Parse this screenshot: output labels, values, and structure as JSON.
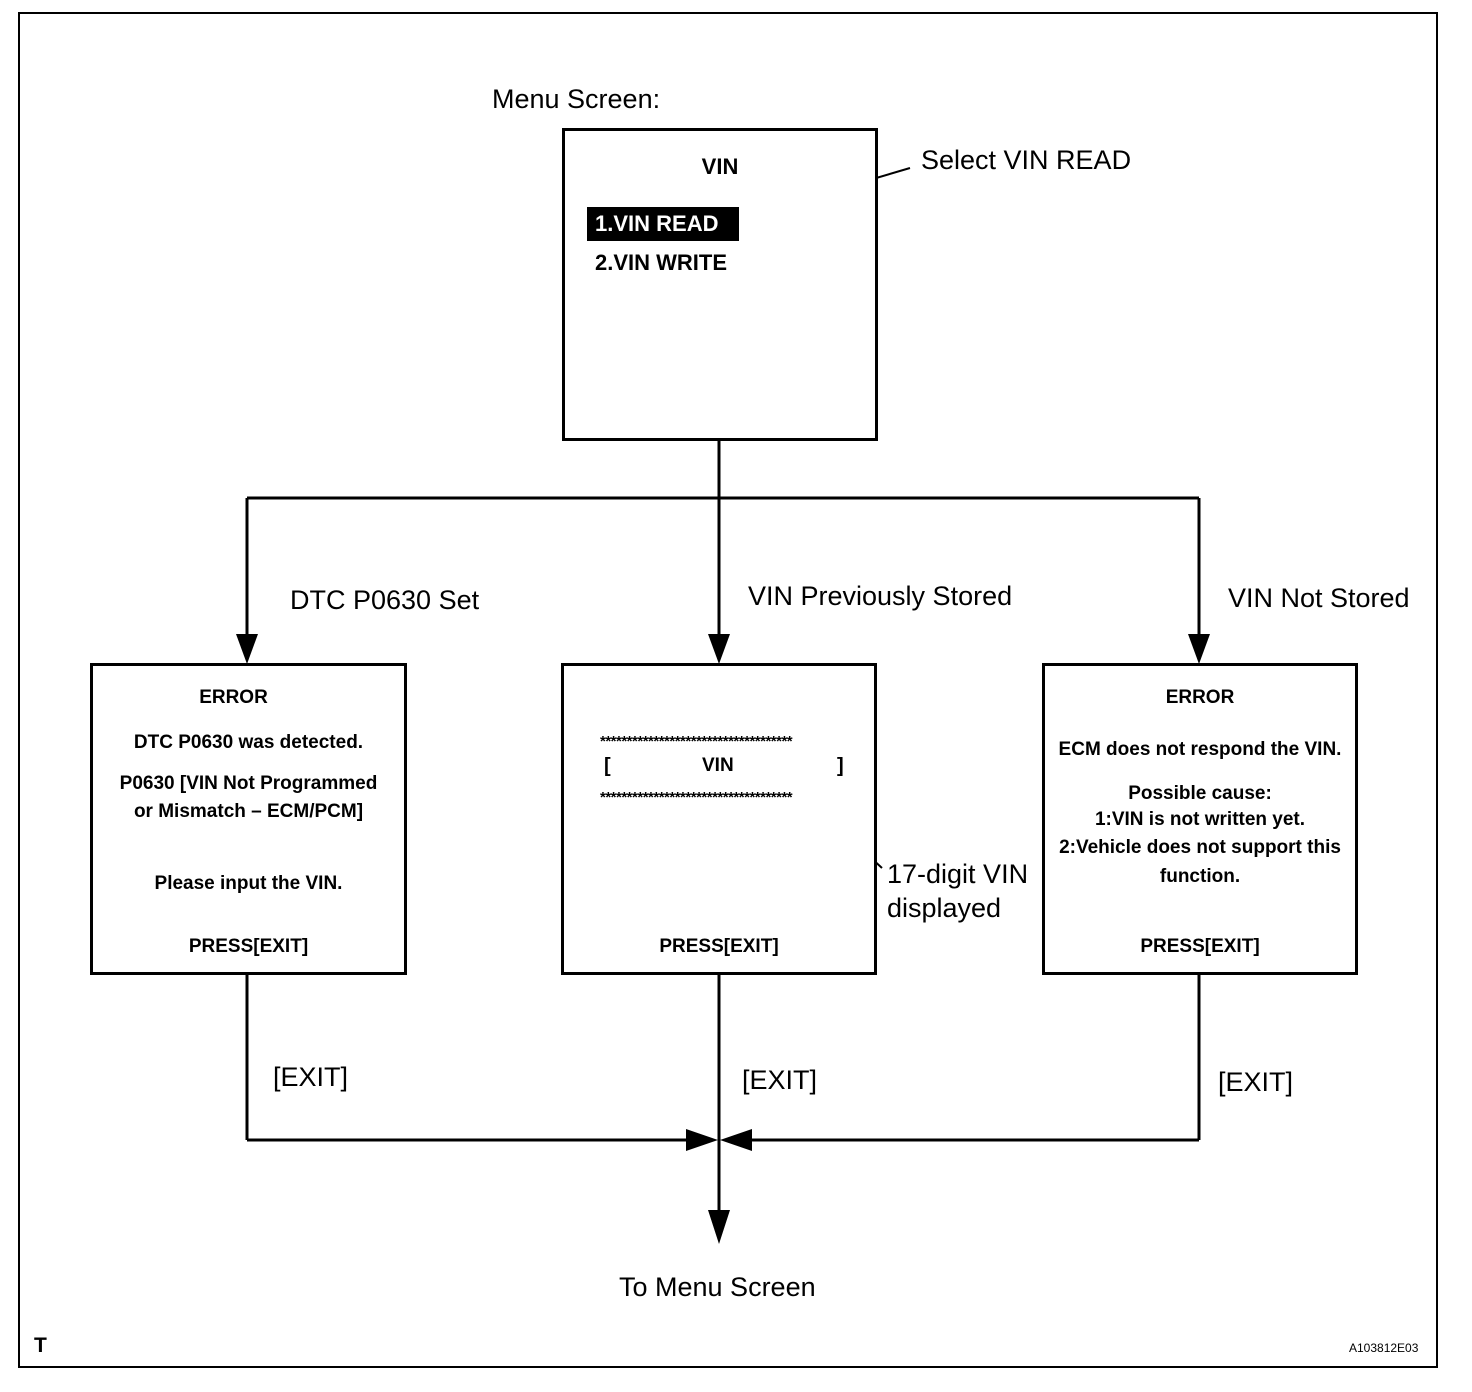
{
  "menu_screen_label": "Menu Screen:",
  "menu": {
    "title": "VIN",
    "item1": "1.VIN READ",
    "item2": "2.VIN WRITE",
    "callout": "Select VIN READ"
  },
  "branches": {
    "left": "DTC P0630 Set",
    "center": "VIN Previously Stored",
    "right": "VIN Not Stored"
  },
  "box_left": {
    "title": "ERROR",
    "line1": "DTC P0630 was detected.",
    "line2": "P0630  [VIN Not Programmed",
    "line3": "or Mismatch – ECM/PCM]",
    "line4": "Please input the VIN.",
    "press": "PRESS[EXIT]"
  },
  "box_center": {
    "stars": "************************************",
    "bracket_open": "[",
    "vin": "VIN",
    "bracket_close": "]",
    "press": "PRESS[EXIT]",
    "callout1": "17-digit VIN",
    "callout2": "displayed"
  },
  "box_right": {
    "title": "ERROR",
    "line1": "ECM does not respond the VIN.",
    "line2": "Possible cause:",
    "line3": "1:VIN is not written yet.",
    "line4": "2:Vehicle does not support this",
    "line5": "function.",
    "press": "PRESS[EXIT]"
  },
  "exit_label": "[EXIT]",
  "to_menu": "To Menu Screen",
  "corner_letter": "T",
  "figure_code": "A103812E03"
}
